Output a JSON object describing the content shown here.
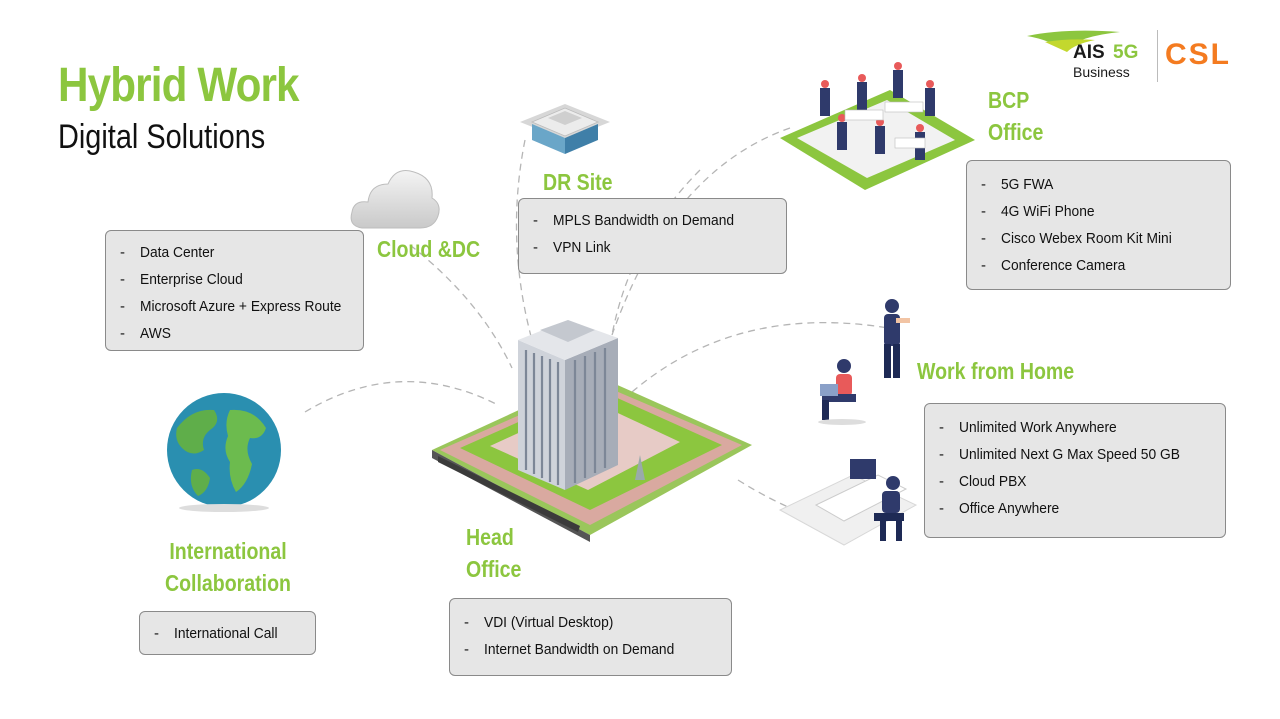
{
  "header": {
    "title": "Hybrid Work",
    "subtitle": "Digital Solutions"
  },
  "logos": {
    "ais": "AIS",
    "ais_5g": "5G",
    "ais_business": "Business",
    "csl": "CSL"
  },
  "colors": {
    "accent_green": "#8cc63f",
    "box_bg": "#e6e6e6",
    "box_border": "#8a8a8a",
    "csl_orange": "#f47b20"
  },
  "nodes": {
    "cloud_dc": {
      "label": "Cloud &DC",
      "icon": "cloud-icon",
      "items": [
        "Data Center",
        "Enterprise Cloud",
        "Microsoft Azure + Express Route",
        "AWS"
      ]
    },
    "dr_site": {
      "label": "DR Site",
      "icon": "building-icon",
      "items": [
        "MPLS Bandwidth on Demand",
        "VPN Link"
      ]
    },
    "bcp_office": {
      "label_line1": "BCP",
      "label_line2": "Office",
      "icon": "office-floor-icon",
      "items": [
        "5G FWA",
        "4G WiFi Phone",
        "Cisco Webex Room Kit Mini",
        "Conference Camera"
      ]
    },
    "work_from_home": {
      "label": "Work from Home",
      "icon": "remote-worker-icon",
      "items": [
        "Unlimited Work Anywhere",
        "Unlimited Next G Max Speed 50 GB",
        "Cloud PBX",
        "Office Anywhere"
      ]
    },
    "head_office": {
      "label_line1": "Head",
      "label_line2": "Office",
      "icon": "skyscraper-icon",
      "items": [
        "VDI (Virtual Desktop)",
        "Internet Bandwidth on Demand"
      ]
    },
    "international": {
      "label_line1": "International",
      "label_line2": "Collaboration",
      "icon": "globe-icon",
      "items": [
        "International Call"
      ]
    }
  }
}
